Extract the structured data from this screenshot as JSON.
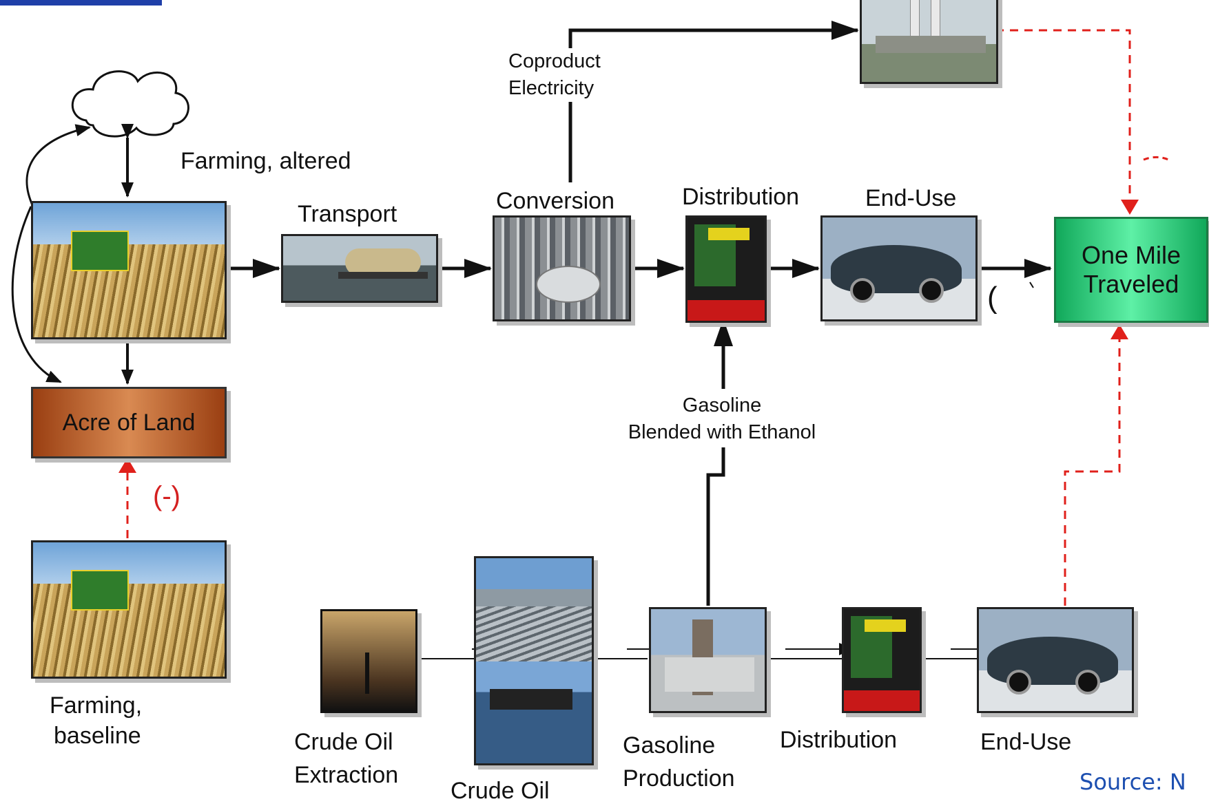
{
  "labels": {
    "farming_altered": "Farming, altered",
    "transport": "Transport",
    "conversion": "Conversion",
    "distribution_top": "Distribution",
    "end_use_top": "End-Use",
    "coproduct_line1": "Coproduct",
    "coproduct_line2": "Electricity",
    "gasoline_line1": "Gasoline",
    "gasoline_line2": "Blended with Ethanol",
    "farming_baseline_line1": "Farming,",
    "farming_baseline_line2": "baseline",
    "crude_extraction_line1": "Crude Oil",
    "crude_extraction_line2": "Extraction",
    "crude_oil": "Crude Oil",
    "gasoline_production_line1": "Gasoline",
    "gasoline_production_line2": "Production",
    "distribution_bottom": "Distribution",
    "end_use_bottom": "End-Use",
    "minus_sign": "(-)",
    "paren_fragment": "(",
    "source": "Source: N"
  },
  "boxes": {
    "acre_of_land": "Acre of Land",
    "one_mile_line1": "One Mile",
    "one_mile_line2": "Traveled"
  },
  "colors": {
    "acre_box": "#b5561f",
    "mile_box": "#2ecc7a",
    "dashed_red": "#e0201b",
    "source_text": "#1d4fb0",
    "minus_text": "#d42020"
  }
}
